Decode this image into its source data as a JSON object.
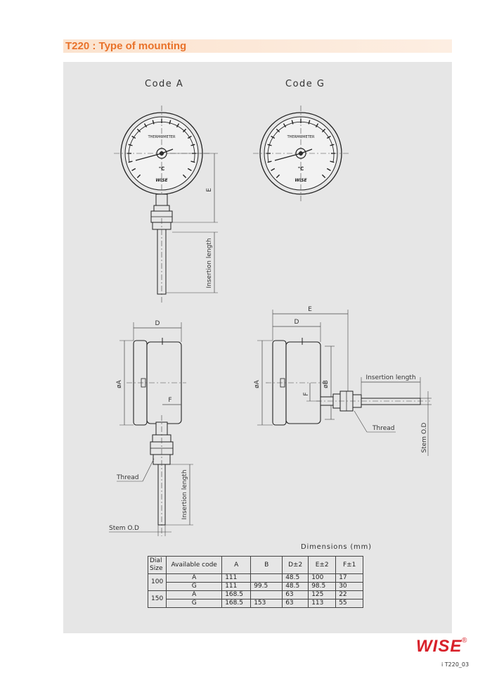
{
  "header": {
    "title": "T220 : Type of mounting"
  },
  "drawing": {
    "code_a_label": "Code  A",
    "code_g_label": "Code  G",
    "dial_text": "THERMOMETER",
    "dial_brand": "WISE",
    "dim_e": "E",
    "dim_d": "D",
    "dim_f": "F",
    "dim_phi_a": "øA",
    "dim_phi_b": "øB",
    "insertion_length": "Insertion  length",
    "thread": "Thread",
    "stem_od": "Stem  O.D"
  },
  "dimensions": {
    "label": "Dimensions  (mm)",
    "headers": {
      "dial_size_1": "Dial",
      "dial_size_2": "Size",
      "available_code": "Available  code",
      "a": "A",
      "b": "B",
      "d": "D±2",
      "e": "E±2",
      "f": "F±1"
    },
    "groups": [
      {
        "size": "100",
        "rows": [
          {
            "code": "A",
            "a": "111",
            "b": "",
            "d": "48.5",
            "e": "100",
            "f": "17"
          },
          {
            "code": "G",
            "a": "111",
            "b": "99.5",
            "d": "48.5",
            "e": "98.5",
            "f": "30"
          }
        ]
      },
      {
        "size": "150",
        "rows": [
          {
            "code": "A",
            "a": "168.5",
            "b": "",
            "d": "63",
            "e": "125",
            "f": "22"
          },
          {
            "code": "G",
            "a": "168.5",
            "b": "153",
            "d": "63",
            "e": "113",
            "f": "55"
          }
        ]
      }
    ]
  },
  "footer": {
    "logo": "WISE",
    "registered": "®",
    "page_code": "i  T220_03"
  },
  "colors": {
    "accent": "#e9722a",
    "title_bg": "#fbe3cf",
    "panel_bg": "#e6e6e6",
    "logo_red": "#d8212a"
  }
}
